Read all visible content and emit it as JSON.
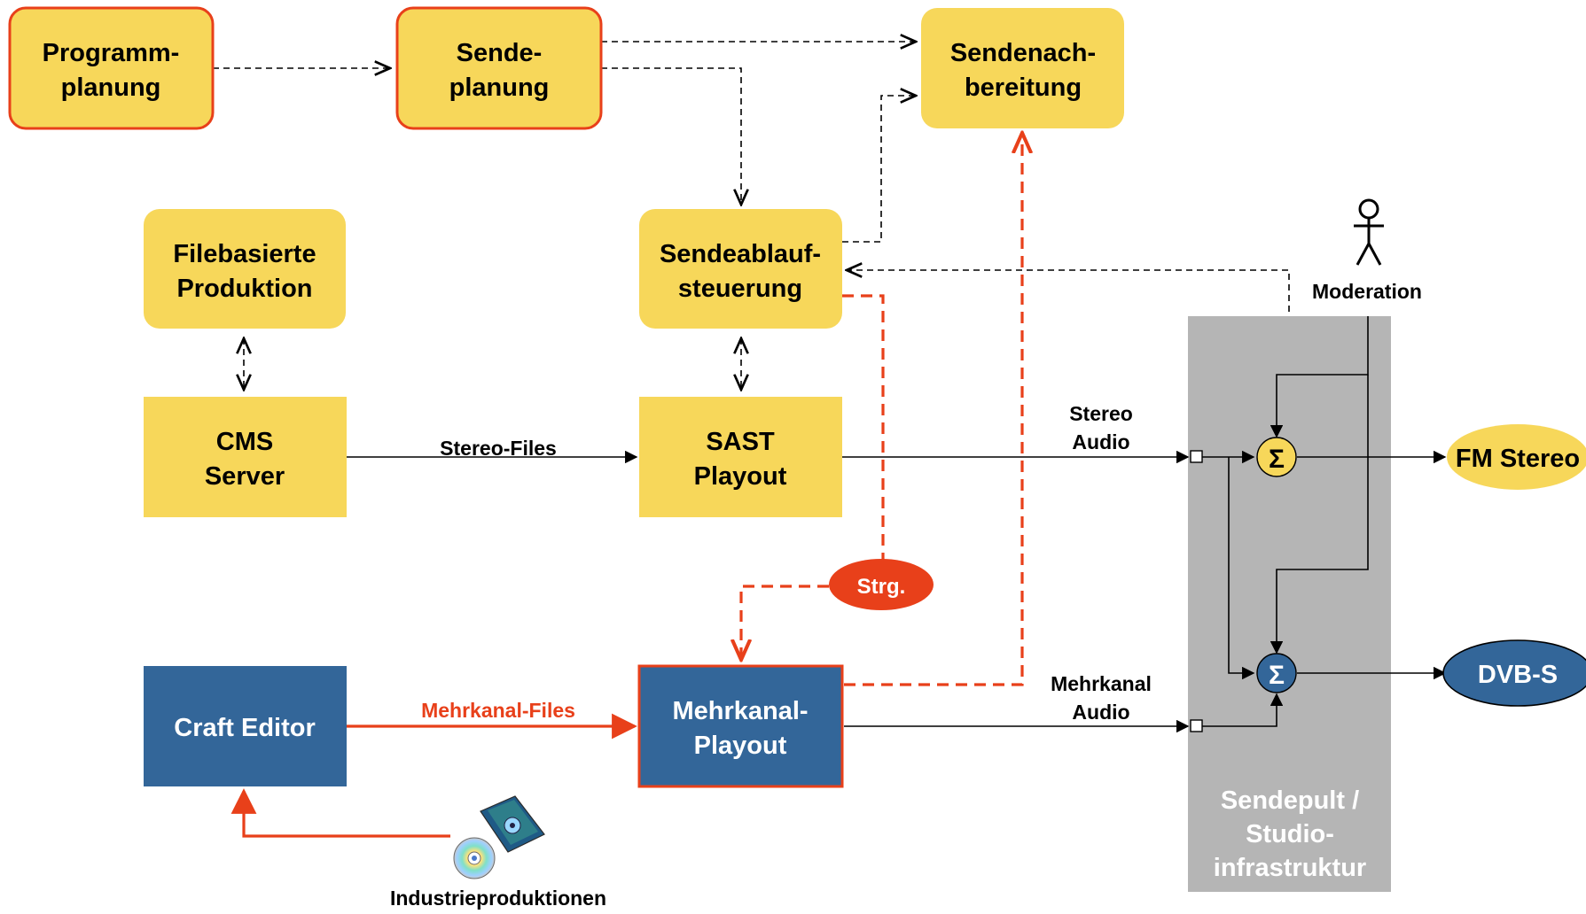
{
  "colors": {
    "yellow": "#F7D75A",
    "blue": "#336699",
    "red": "#E8401A",
    "gray": "#B5B5B5",
    "black": "#000000",
    "white": "#ffffff"
  },
  "nodes": {
    "programmplanung": [
      "Programm-",
      "planung"
    ],
    "sendeplanung": [
      "Sende-",
      "planung"
    ],
    "sendenachbereitung": [
      "Sendenach-",
      "bereitung"
    ],
    "filebasierte": [
      "Filebasierte",
      "Produktion"
    ],
    "sendeablauf": [
      "Sendeablauf-",
      "steuerung"
    ],
    "cms": [
      "CMS",
      "Server"
    ],
    "sast": [
      "SAST",
      "Playout"
    ],
    "craft": "Craft Editor",
    "mehrkanal_playout": [
      "Mehrkanal-",
      "Playout"
    ],
    "strg": "Strg.",
    "fm_stereo": "FM Stereo",
    "dvbs": "DVB-S",
    "moderation": "Moderation",
    "sendepult": [
      "Sendepult /",
      "Studio-",
      "infrastruktur"
    ],
    "industrie": "Industrieproduktionen",
    "sigma": "Σ"
  },
  "edge_labels": {
    "stereo_files": "Stereo-Files",
    "mehrkanal_files": "Mehrkanal-Files",
    "stereo_audio": [
      "Stereo",
      "Audio"
    ],
    "mehrkanal_audio": [
      "Mehrkanal",
      "Audio"
    ]
  },
  "icons": {
    "person": "person-icon",
    "cd": "cd-icon"
  }
}
